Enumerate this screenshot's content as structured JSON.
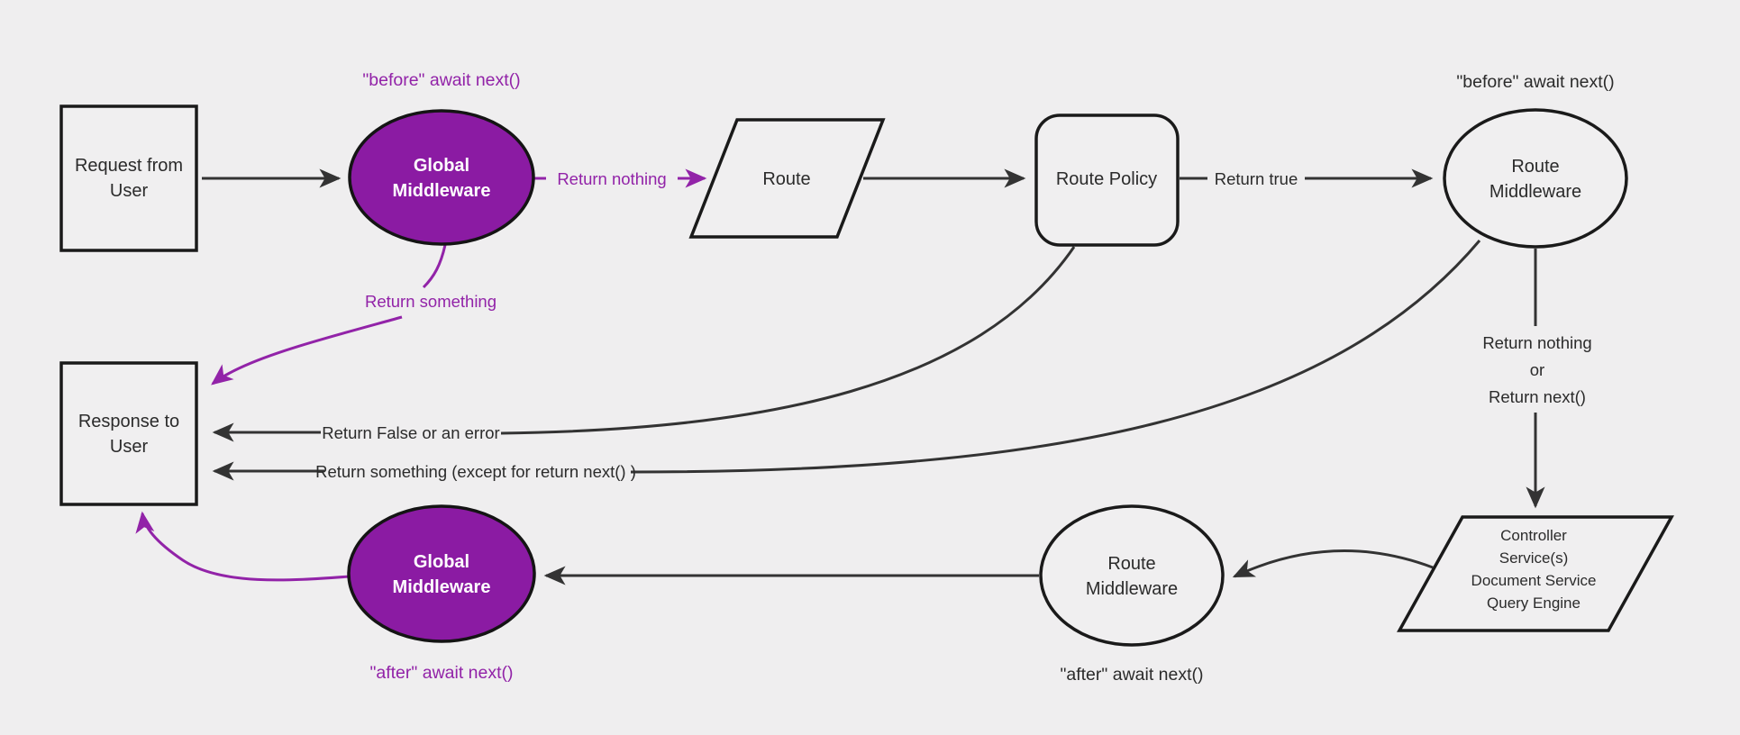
{
  "diagram": {
    "colors": {
      "background": "#efeeef",
      "node_fill": "#f0eff0",
      "node_stroke": "#1a1a1a",
      "purple_fill": "#8b1ba3",
      "purple_accent": "#9223a8",
      "edge_stroke": "#333333",
      "text": "#2b2b2b",
      "text_on_purple": "#ffffff"
    },
    "nodes": {
      "request": {
        "shape": "rectangle",
        "lines": [
          "Request from",
          "User"
        ]
      },
      "global_middleware_top": {
        "shape": "ellipse",
        "lines": [
          "Global",
          "Middleware"
        ]
      },
      "route": {
        "shape": "parallelogram",
        "label": "Route"
      },
      "route_policy": {
        "shape": "rounded-rectangle",
        "label": "Route Policy"
      },
      "route_middleware_top": {
        "shape": "ellipse",
        "lines": [
          "Route",
          "Middleware"
        ]
      },
      "controller": {
        "shape": "parallelogram",
        "lines": [
          "Controller",
          "Service(s)",
          "Document Service",
          "Query Engine"
        ]
      },
      "route_middleware_bottom": {
        "shape": "ellipse",
        "lines": [
          "Route",
          "Middleware"
        ]
      },
      "global_middleware_bottom": {
        "shape": "ellipse",
        "lines": [
          "Global",
          "Middleware"
        ]
      },
      "response": {
        "shape": "rectangle",
        "lines": [
          "Response to",
          "User"
        ]
      }
    },
    "annotations": {
      "before_await_global": "\"before\" await next()",
      "before_await_route": "\"before\" await next()",
      "after_await_route": "\"after\" await next()",
      "after_await_global": "\"after\" await next()"
    },
    "edge_labels": {
      "return_nothing": "Return nothing",
      "return_something": "Return something",
      "return_true": "Return true",
      "return_false_or_error": "Return False or an error",
      "return_something_except": "Return something (except for return next() )",
      "return_nothing_or": {
        "lines": [
          "Return nothing",
          "or",
          "Return next()"
        ]
      }
    }
  }
}
